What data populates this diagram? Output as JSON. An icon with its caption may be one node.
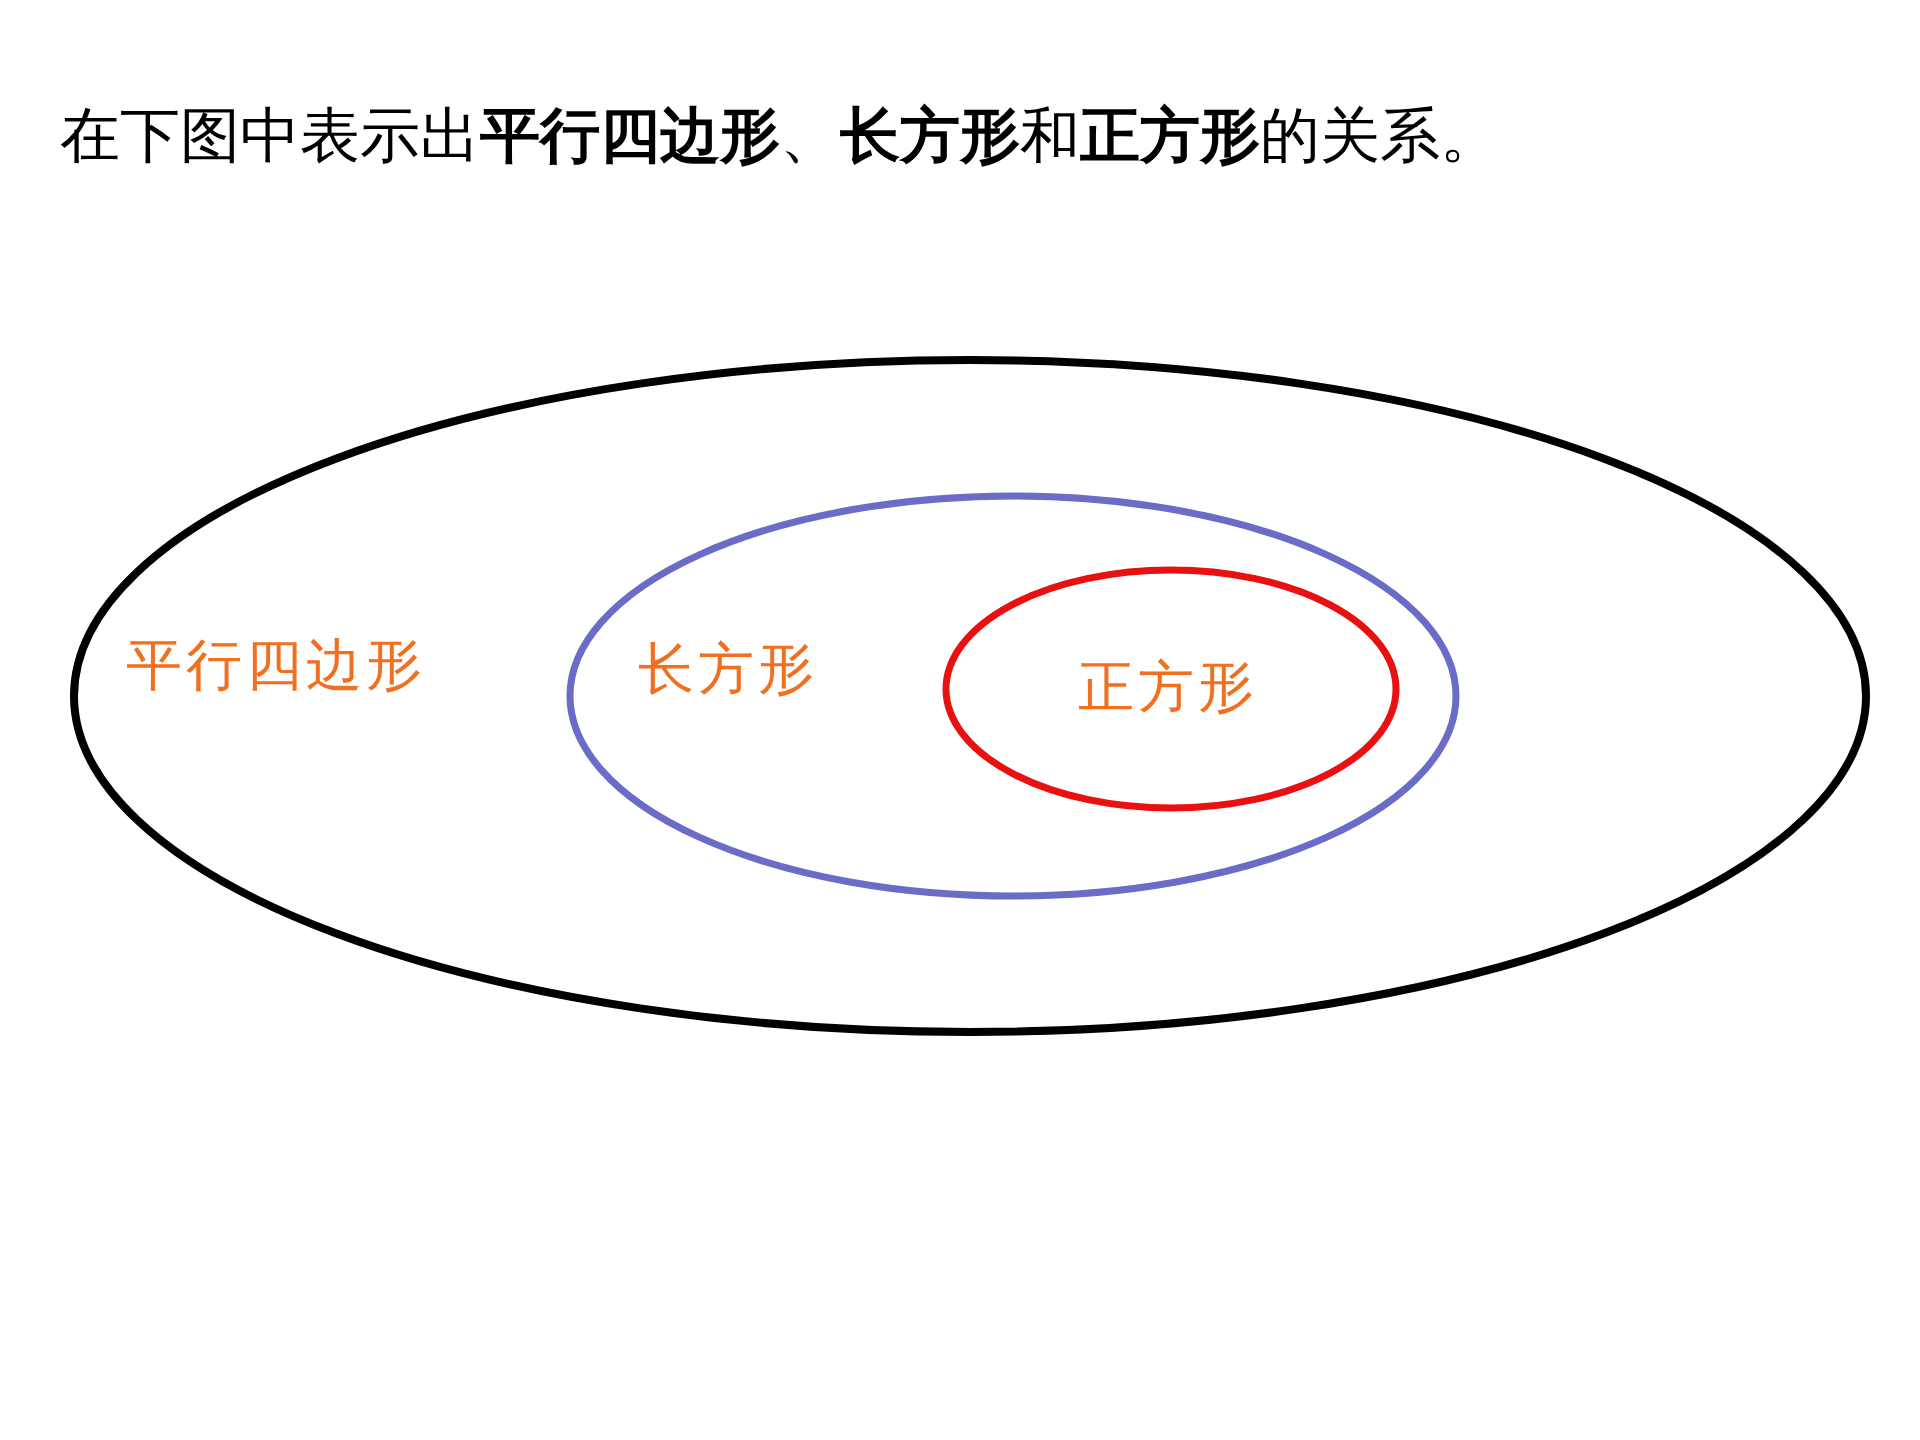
{
  "diagram": {
    "title": "在下图中表示出**平行四边形**、**长方形**和**正方形**的关系。",
    "nodes": [
      {
        "text": [
          "平行四边形"
        ]
      },
      {
        "text": [
          "长方形"
        ],
        "in": 0
      },
      {
        "text": [
          "正方形"
        ],
        "in": 1
      }
    ]
  }
}
